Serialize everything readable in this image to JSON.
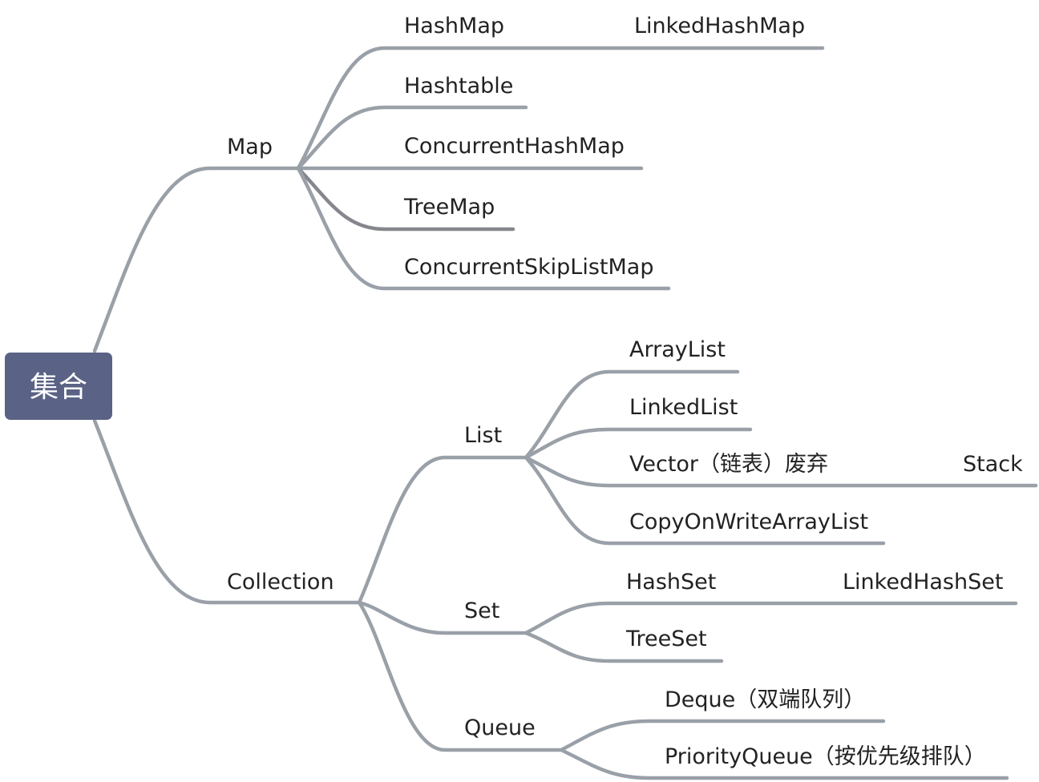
{
  "root": {
    "label": "集合"
  },
  "map": {
    "label": "Map",
    "children": {
      "hashmap": "HashMap",
      "linkedhashmap": "LinkedHashMap",
      "hashtable": "Hashtable",
      "concurrenthashmap": "ConcurrentHashMap",
      "treemap": "TreeMap",
      "concurrentskiplistmap": "ConcurrentSkipListMap"
    }
  },
  "collection": {
    "label": "Collection",
    "list": {
      "label": "List",
      "children": {
        "arraylist": "ArrayList",
        "linkedlist": "LinkedList",
        "vector": "Vector（链表）废弃",
        "stack": "Stack",
        "copyonwritearraylist": "CopyOnWriteArrayList"
      }
    },
    "set": {
      "label": "Set",
      "children": {
        "hashset": "HashSet",
        "linkedhashset": "LinkedHashSet",
        "treeset": "TreeSet"
      }
    },
    "queue": {
      "label": "Queue",
      "children": {
        "deque": "Deque（双端队列）",
        "priorityqueue": "PriorityQueue（按优先级排队）"
      }
    }
  },
  "colors": {
    "root_fill": "#5a6285",
    "root_text": "#ffffff",
    "connector": "#9aa0a8",
    "treemap_connector": "#85878d",
    "topic_text": "#222222"
  }
}
